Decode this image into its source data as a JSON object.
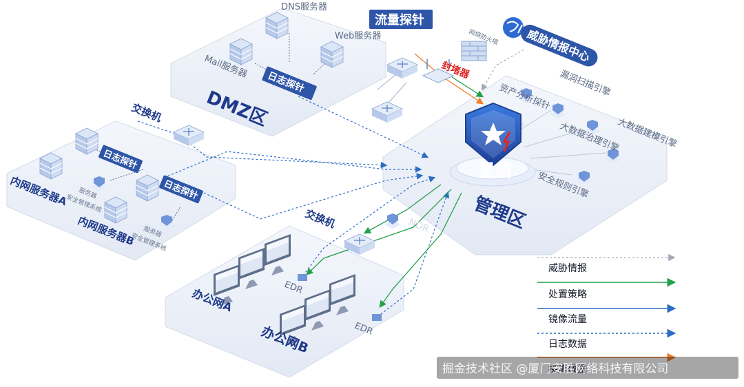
{
  "zones": {
    "dmz": "DMZ区",
    "mgmt": "管理区",
    "office_a": "办公网A",
    "office_b": "办公网B",
    "intranet_a": "内网服务器A",
    "intranet_b": "内网服务器B"
  },
  "dmz": {
    "dns": "DNS服务器",
    "web": "Web服务器",
    "mail": "Mail服务器",
    "log_probe": "日志探针"
  },
  "top": {
    "flow_probe": "流量探针",
    "firewall": "网络防火墙",
    "blocker": "封堵器",
    "threat_center": "威胁情报中心"
  },
  "mgmt": {
    "core": "星盾",
    "asset_probe": "资产分析探针",
    "vuln_scan": "漏洞扫描引擎",
    "data_gov": "大数据治理引擎",
    "big_data": "大数据建模引擎",
    "rule_engine": "安全规则引擎"
  },
  "intranet": {
    "switch": "交换机",
    "log_probe_a": "日志探针",
    "log_probe_b": "日志探针",
    "server_a": "服务器",
    "sec_sys_a": "安全管理系统",
    "server_b": "服务器",
    "sec_sys_b": "安全管理系统"
  },
  "office": {
    "switch": "交换机",
    "edr_a": "EDR",
    "edr_b": "EDR",
    "ndr": "NDR"
  },
  "legend": [
    {
      "label": "威胁情报",
      "color": "#a3a9b5"
    },
    {
      "label": "处置策略",
      "color": "#22a04b"
    },
    {
      "label": "镜像流量",
      "color": "#2b6cc4"
    },
    {
      "label": "日志数据",
      "color": "#2b6cc4"
    },
    {
      "label": "探测数据",
      "color": "#f07f2a"
    }
  ],
  "watermark": "掘金技术社区 @厦门安胜网络科技有限公司"
}
